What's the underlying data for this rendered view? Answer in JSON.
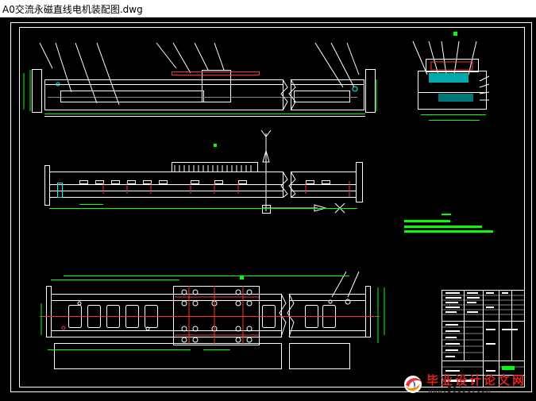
{
  "window": {
    "title": "A0交流永磁直线电机装配图.dwg"
  },
  "watermark": {
    "brand": "毕业设计论文网",
    "url": "www.56doc.com",
    "logo_icon": "swirl-logo-icon"
  },
  "colors": {
    "canvas_background": "#000000",
    "line_white": "#ffffff",
    "line_green": "#00ff00",
    "line_red": "#ff3030",
    "line_cyan": "#00ffff"
  }
}
